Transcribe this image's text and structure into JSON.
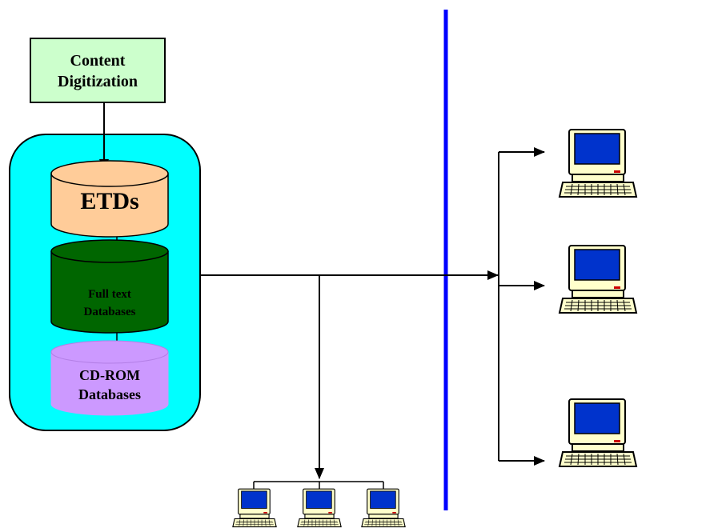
{
  "content_box": {
    "line1": "Content",
    "line2": "Digitization",
    "fill": "#ccffcc"
  },
  "repository": {
    "fill": "#00ffff"
  },
  "databases": [
    {
      "line1": "ETDs",
      "line2": "",
      "fill": "#ffcc99"
    },
    {
      "line1": "Full text",
      "line2": "Databases",
      "fill": "#006600"
    },
    {
      "line1": "CD-ROM",
      "line2": "Databases",
      "fill": "#cc99ff"
    }
  ],
  "colors": {
    "divider": "#0000ff",
    "lines": "#000000",
    "screen": "#0033cc",
    "computer_body": "#ffffcc"
  },
  "icons": {
    "remote": "desktop-computer-icon",
    "local": "desktop-computer-icon"
  }
}
